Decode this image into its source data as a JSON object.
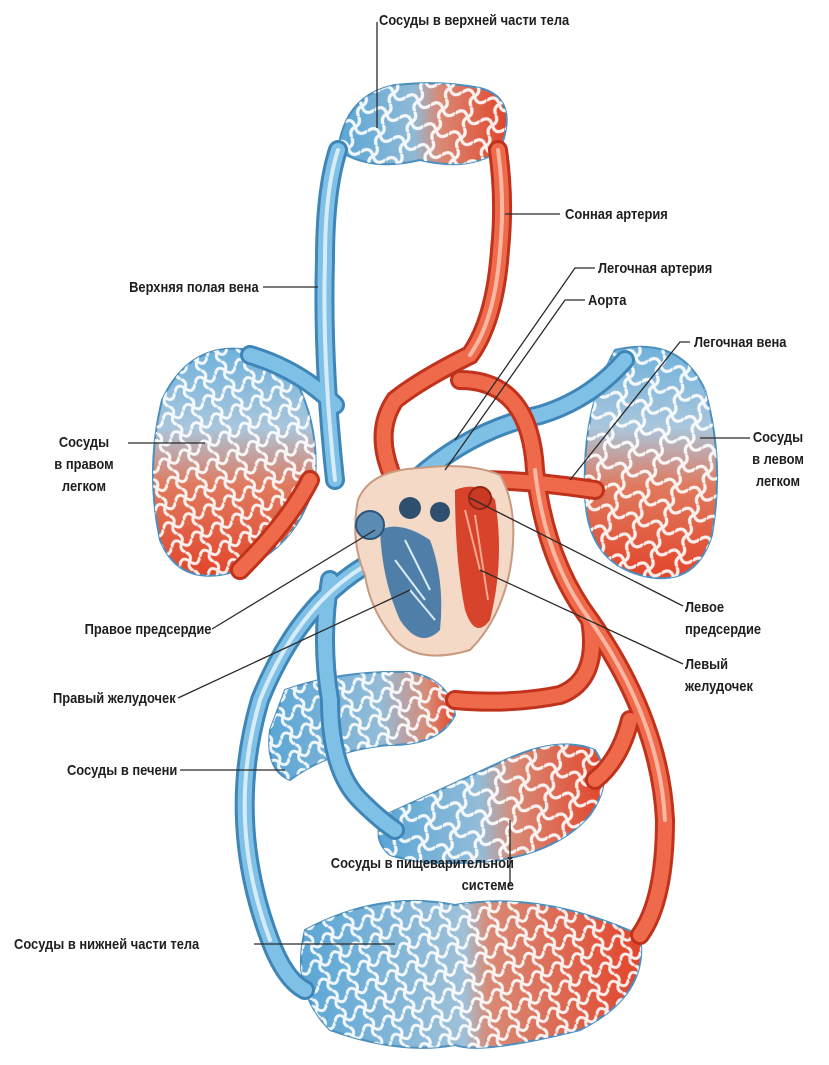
{
  "colors": {
    "vein": "#5aa6d6",
    "vein_light": "#a9d3ee",
    "artery": "#e2452b",
    "artery_light": "#f08a6e",
    "heart_bg": "#f4d9c6",
    "leader": "#2a2a2a",
    "text": "#1e1e1e"
  },
  "labels": {
    "upper_body": "Сосуды в верхней части тела",
    "carotid": "Сонная артерия",
    "svc": "Верхняя полая вена",
    "pulm_artery": "Легочная артерия",
    "aorta": "Аорта",
    "pulm_vein": "Легочная вена",
    "right_lung": [
      "Сосуды",
      "в правом",
      "легком"
    ],
    "left_lung": [
      "Сосуды",
      "в левом",
      "легком"
    ],
    "right_atrium": "Правое предсердие",
    "left_atrium": [
      "Левое",
      "предсердие"
    ],
    "right_ventricle": "Правый желудочек",
    "left_ventricle": [
      "Левый",
      "желудочек"
    ],
    "liver": "Сосуды в печени",
    "digestive": [
      "Сосуды в пищеварительной",
      "системе"
    ],
    "lower_body": "Сосуды в нижней части тела"
  }
}
